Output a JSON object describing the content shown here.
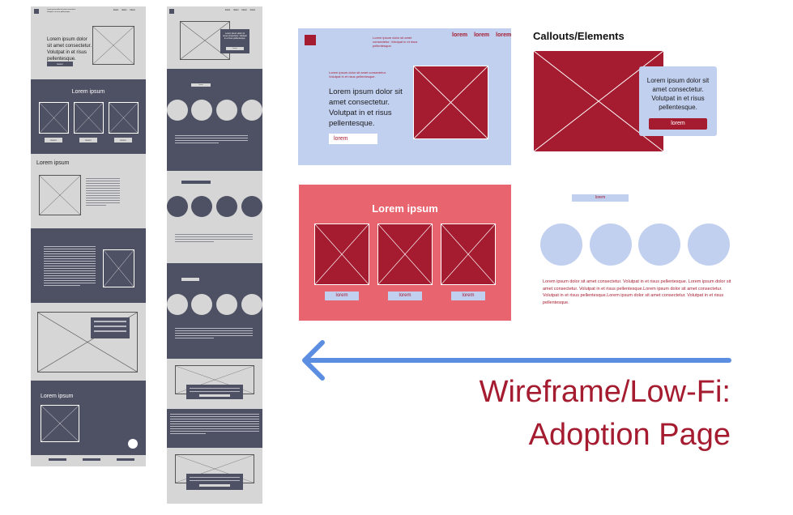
{
  "colors": {
    "wire_bg": "#d6d6d6",
    "wire_dark": "#4e5063",
    "brand_red": "#a51c30",
    "light_blue": "#c2d0f0",
    "coral": "#e8646e",
    "circle_blue": "#c2d0f0",
    "arrow_blue": "#5b8ee0",
    "white": "#ffffff"
  },
  "wireframe1": {
    "nav": [
      "lorem",
      "lorem",
      "lorem"
    ],
    "header_text": "Lorem ipsum dolor sit amet consectetur. Volutpat in et risus pellentesque.",
    "hero_text": "Lorem ipsum dolor sit amet consectetur. Volutpat in et risus pellentesque.",
    "hero_button": "lorem",
    "section2_title": "Lorem ipsum",
    "section2_buttons": [
      "lorem",
      "lorem",
      "lorem"
    ],
    "section3_title": "Lorem ipsum",
    "section6_title": "Lorem ipsum"
  },
  "wireframe2": {
    "nav": [
      "lorem",
      "lorem",
      "lorem",
      "lorem"
    ],
    "callout_text": "Lorem ipsum dolor sit amet consectetur. Volutpat in et risus pellentesque.",
    "callout_button": "lorem",
    "section_button": "lorem"
  },
  "hero_component": {
    "nav": [
      "lorem",
      "lorem",
      "lorem"
    ],
    "header_text": "Lorem ipsum dolor sit amet consectetur. Volutpat in et risus pellentesque.",
    "small_text": "Lorem ipsum dolor sit amet consectetur. Volutpat in et risus pellentesque.",
    "body": "Lorem ipsum dolor sit amet consectetur. Volutpat in et risus pellentesque.",
    "button": "lorem"
  },
  "callouts": {
    "title": "Callouts/Elements",
    "card_text": "Lorem ipsum dolor sit amet consectetur. Volutpat in et risus pellentesque.",
    "card_button": "lorem"
  },
  "coral_section": {
    "title": "Lorem ipsum",
    "buttons": [
      "lorem",
      "lorem",
      "lorem"
    ]
  },
  "circles_section": {
    "label": "lorem",
    "paragraph": "Lorem ipsum dolor sit amet consectetur. Volutpat in et risus pellentesque. Lorem ipsum dolor sit amet consectetur. Volutpat in et risus pellentesque.Lorem ipsum dolor sit amet consectetur. Volutpat in et risus pellentesque.Lorem ipsum dolor sit amet consectetur. Volutpat in et risus pellentesque."
  },
  "page_title": {
    "line1": "Wireframe/Low-Fi:",
    "line2": "Adoption Page"
  }
}
